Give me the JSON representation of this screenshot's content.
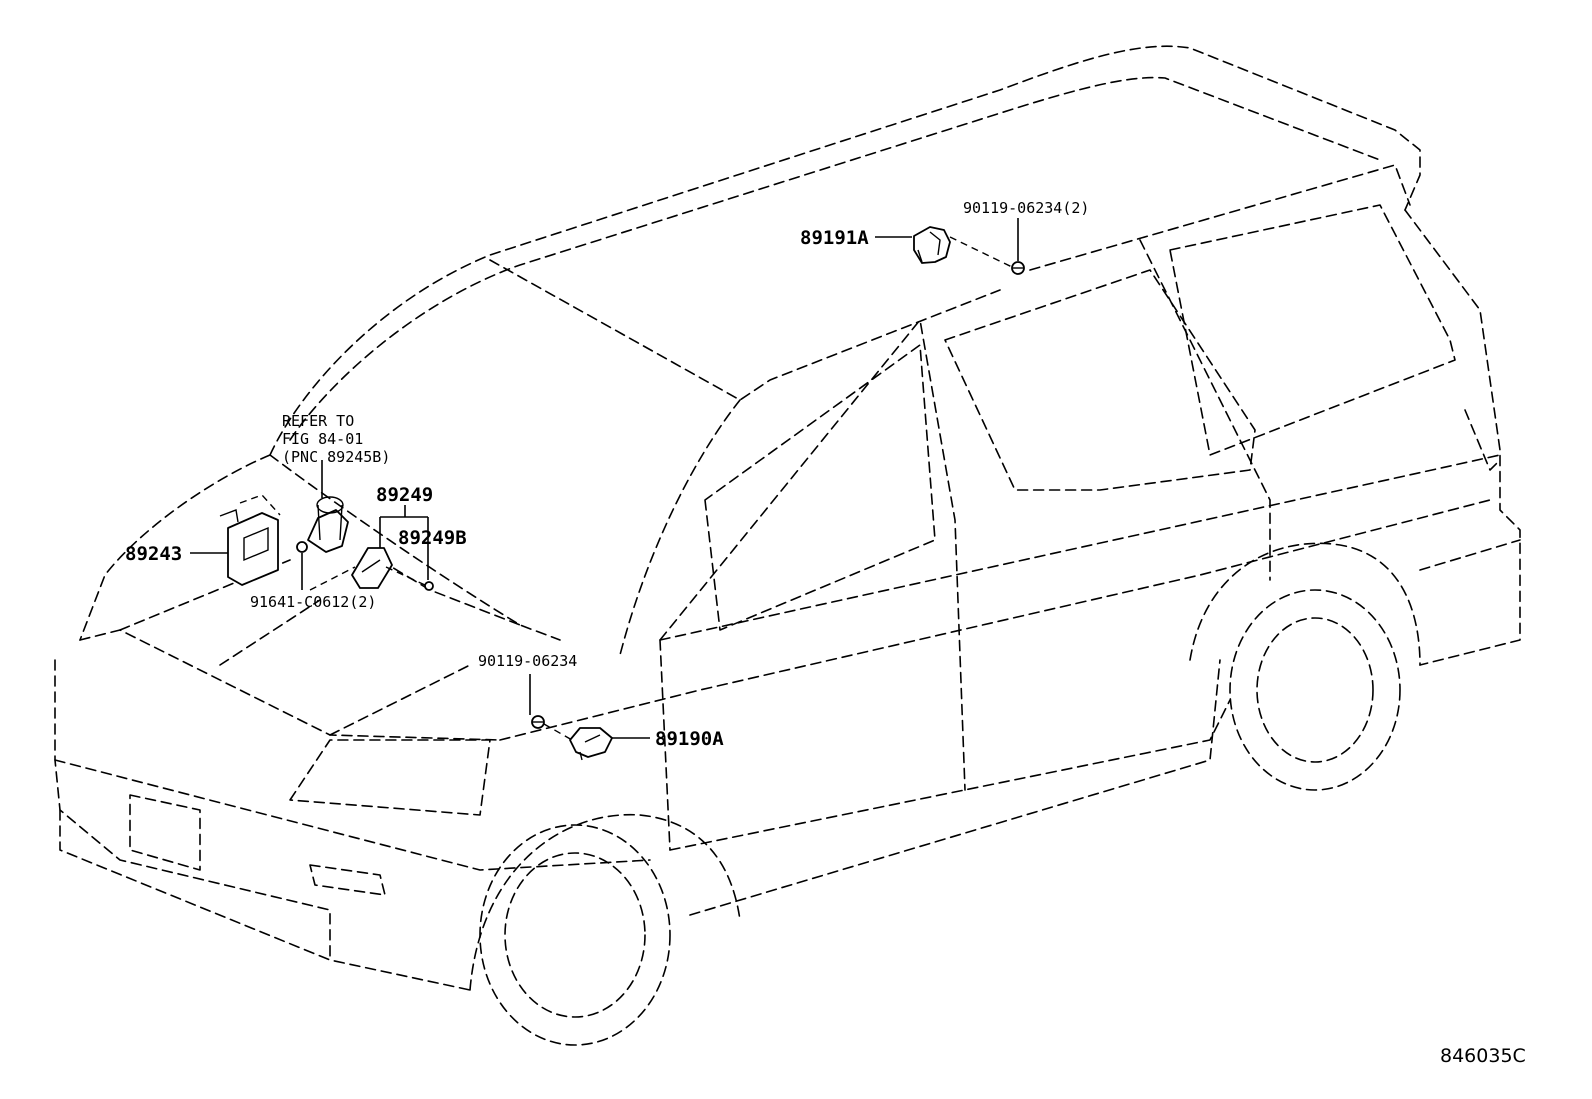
{
  "diagram": {
    "callouts": {
      "p89191a": "89191A",
      "p90119_06234_2": "90119-06234(2)",
      "refer_line1": "REFER TO",
      "refer_line2": "FIG  84-01",
      "refer_line3": "(PNC 89245B)",
      "p89249": "89249",
      "p89249b": "89249B",
      "p89243": "89243",
      "p91641": "91641-C0612(2)",
      "p90119_06234": "90119-06234",
      "p89190a": "89190A"
    },
    "figure_code": "846035C"
  }
}
